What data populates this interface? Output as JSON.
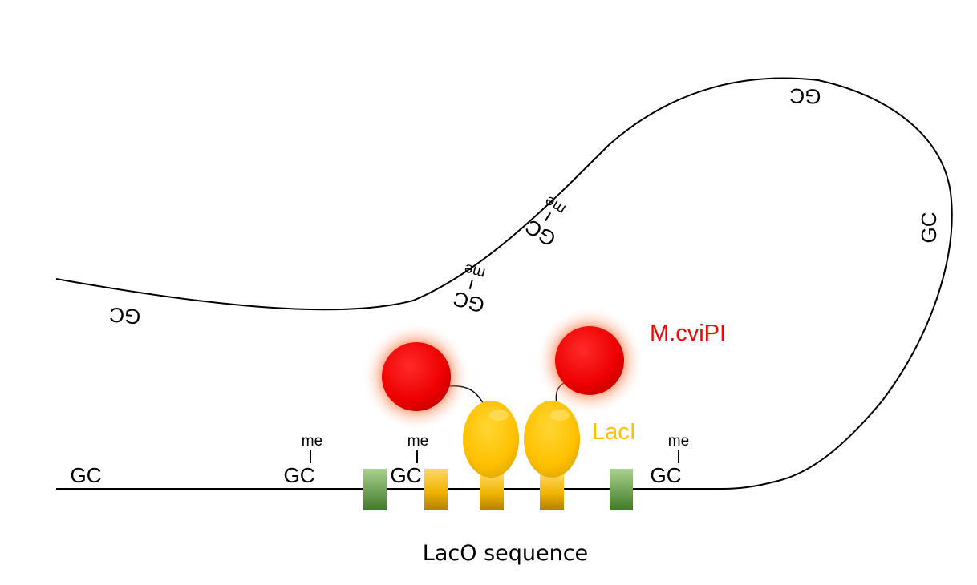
{
  "labels": {
    "gc": "GC",
    "me": "me",
    "enzyme": "M.cviPI",
    "repressor": "LacI",
    "sequence": "LacO sequence"
  },
  "colors": {
    "enzyme": "#ff0000",
    "repressor": "#ffc000",
    "spacer": "#6aa84f",
    "dna": "#000000"
  }
}
